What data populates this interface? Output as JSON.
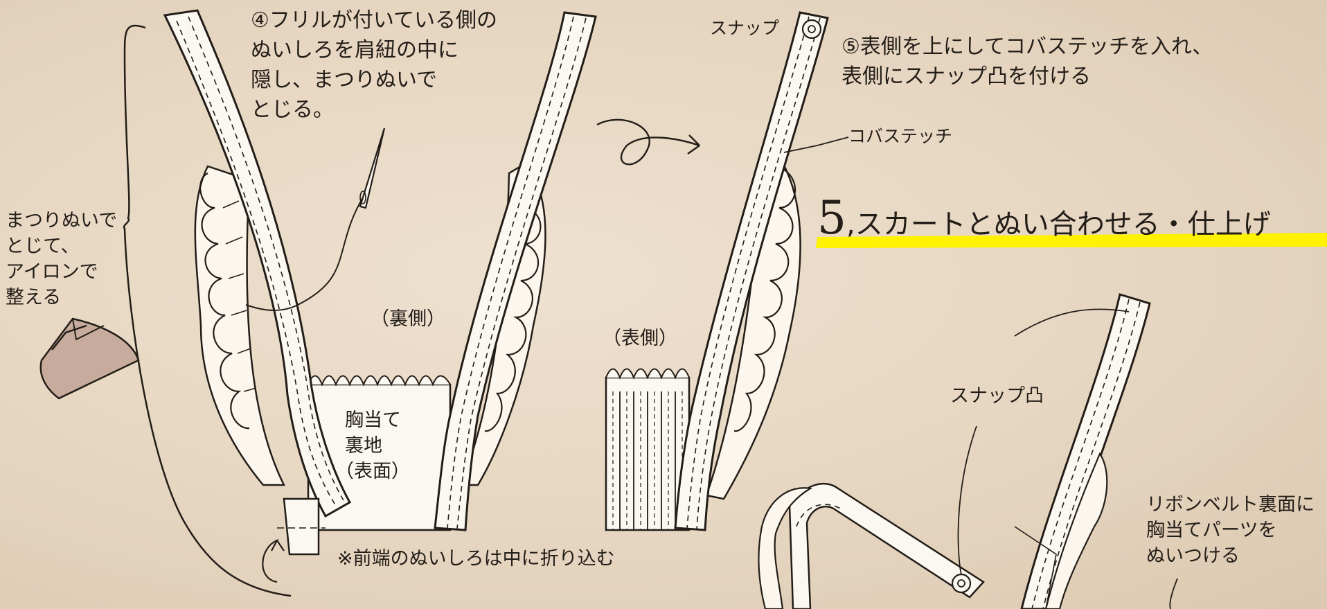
{
  "colors": {
    "background": "#e8d9c5",
    "line": "#231d18",
    "fabric": "#fbf7f1",
    "frill": "#fbf6ee",
    "highlight": "#fff200",
    "iron": "#c7ab9c"
  },
  "step4_note": [
    "④フリルが付いている側の",
    "ぬいしろを肩紐の中に",
    "隠し、まつりぬいで",
    "とじる。"
  ],
  "step5_note": [
    "⑤表側を上にしてコバステッチを入れ、",
    "表側にスナップ凸を付ける"
  ],
  "left_note": [
    "まつりぬいで",
    "とじて、",
    "アイロンで",
    "整える"
  ],
  "labels": {
    "ura_side": "（裏側）",
    "omote_side": "（表側）",
    "snap": "スナップ",
    "kobastitch": "コバステッチ",
    "snap_male": "スナップ凸",
    "fold_note": "※前端のぬいしろは中に折り込む"
  },
  "bib_lining": [
    "胸当て",
    "裏地",
    "（表面）"
  ],
  "section": {
    "number": "5",
    "title": ",スカートとぬい合わせる・仕上げ"
  },
  "ribbon_note": [
    "リボンベルト裏面に",
    "胸当てパーツを",
    "ぬいつける"
  ],
  "icons": [
    "needle-icon",
    "iron-icon",
    "curved-arrow-icon"
  ]
}
